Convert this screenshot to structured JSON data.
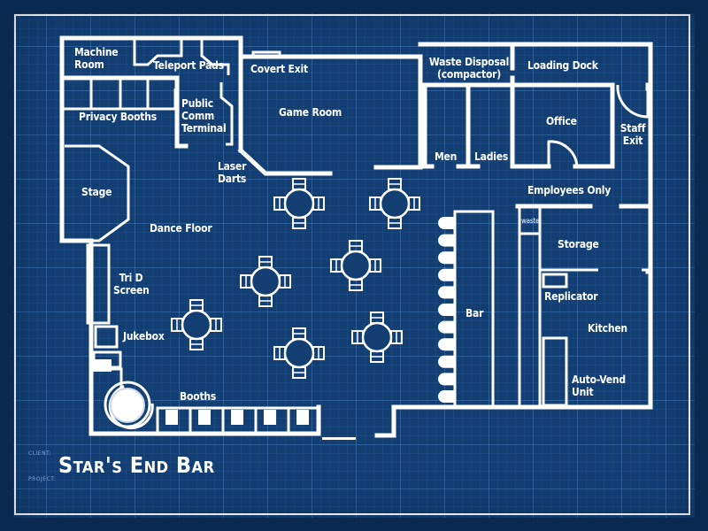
{
  "title_block": {
    "client_label": "CLIENT:",
    "project_label": "PROJECT:",
    "project_name": "Star's End Bar"
  },
  "rooms": {
    "machine_room": "Machine\nRoom",
    "machine_room_l1": "Machine",
    "machine_room_l2": "Room",
    "teleport_pads": "Teleport Pads",
    "covert_exit": "Covert Exit",
    "privacy_booths": "Privacy Booths",
    "public_comm_terminal_l1": "Public",
    "public_comm_terminal_l2": "Comm",
    "public_comm_terminal_l3": "Terminal",
    "game_room": "Game Room",
    "laser_darts_l1": "Laser",
    "laser_darts_l2": "Darts",
    "stage": "Stage",
    "dance_floor": "Dance Floor",
    "tri_d_screen_l1": "Tri D",
    "tri_d_screen_l2": "Screen",
    "jukebox": "Jukebox",
    "booths": "Booths",
    "waste_disposal_l1": "Waste Disposal",
    "waste_disposal_l2": "(compactor)",
    "loading_dock": "Loading Dock",
    "office": "Office",
    "staff_exit_l1": "Staff",
    "staff_exit_l2": "Exit",
    "men": "Men",
    "ladies": "Ladies",
    "employees_only": "Employees Only",
    "waste": "waste",
    "storage": "Storage",
    "replicator": "Replicator",
    "kitchen": "Kitchen",
    "auto_vend_l1": "Auto-Vend",
    "auto_vend_l2": "Unit",
    "bar": "Bar"
  },
  "furniture": {
    "round_tables_with_4_chairs": 7,
    "bar_stools": 11,
    "booths": 5,
    "privacy_booths": 4
  },
  "colors": {
    "blueprint_background": "#123e72",
    "line": "#ffffff",
    "grid": "#5a96dc"
  }
}
